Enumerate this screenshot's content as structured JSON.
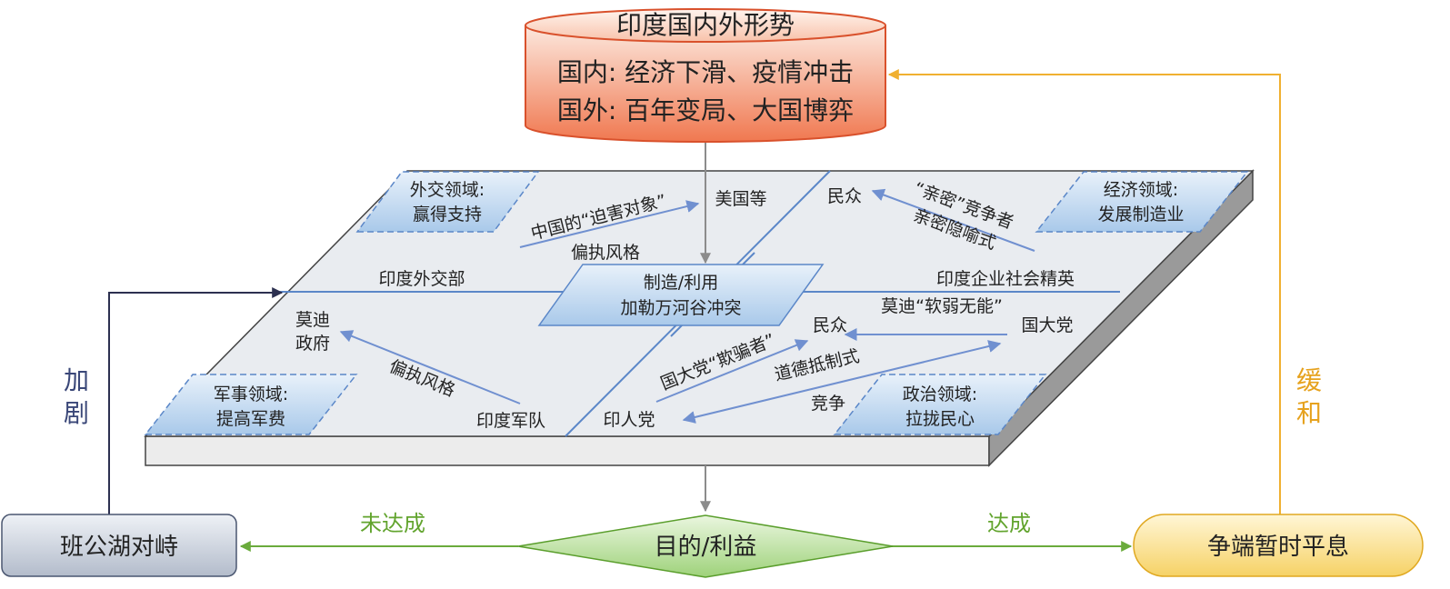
{
  "colors": {
    "blue_line": "#5b87c8",
    "arrow_blue": "#7090d0",
    "gray_arrow": "#8c8c8c",
    "orange_arrow": "#f0b030",
    "green_arrow": "#6aab3c",
    "navy_arrow": "#2c3050",
    "green_label": "#62a42e",
    "orange_label": "#e6a21e",
    "navy_label": "#3a4778"
  },
  "situation": {
    "title": "印度国内外形势",
    "domestic": "国内: 经济下滑、疫情冲击",
    "foreign": "国外: 百年变局、大国博弈"
  },
  "center": {
    "line1": "制造/利用",
    "line2": "加勒万河谷冲突"
  },
  "domains": {
    "diplomatic": {
      "line1": "外交领域:",
      "line2": "赢得支持"
    },
    "economic": {
      "line1": "经济领域:",
      "line2": "发展制造业"
    },
    "military": {
      "line1": "军事领域:",
      "line2": "提高军费"
    },
    "political": {
      "line1": "政治领域:",
      "line2": "拉拢民心"
    }
  },
  "actors": {
    "foreign_ministry": "印度外交部",
    "usa": "美国等",
    "enterprise_elites": "印度企业社会精英",
    "public_top": "民众",
    "modi_gov_line1": "莫迪",
    "modi_gov_line2": "政府",
    "military": "印度军队",
    "public_mid": "民众",
    "congress": "国大党",
    "bjp": "印人党"
  },
  "relations": {
    "china_target": "中国的“迫害对象”",
    "paranoid_top": "偏执风格",
    "close_competitor": "“亲密”竞争者",
    "intimate_metaphor": "亲密隐喻式",
    "paranoid_bottom": "偏执风格",
    "modi_weak": "莫迪“软弱无能”",
    "congress_deceiver": "国大党“欺骗者”",
    "moral_resistance": "道德抵制式",
    "competition": "竞争"
  },
  "outcomes": {
    "goal": "目的/利益",
    "not_achieved": "未达成",
    "achieved": "达成",
    "standoff": "班公湖对峙",
    "truce": "争端暂时平息",
    "intensify_1": "加",
    "intensify_2": "剧",
    "ease_1": "缓",
    "ease_2": "和"
  }
}
